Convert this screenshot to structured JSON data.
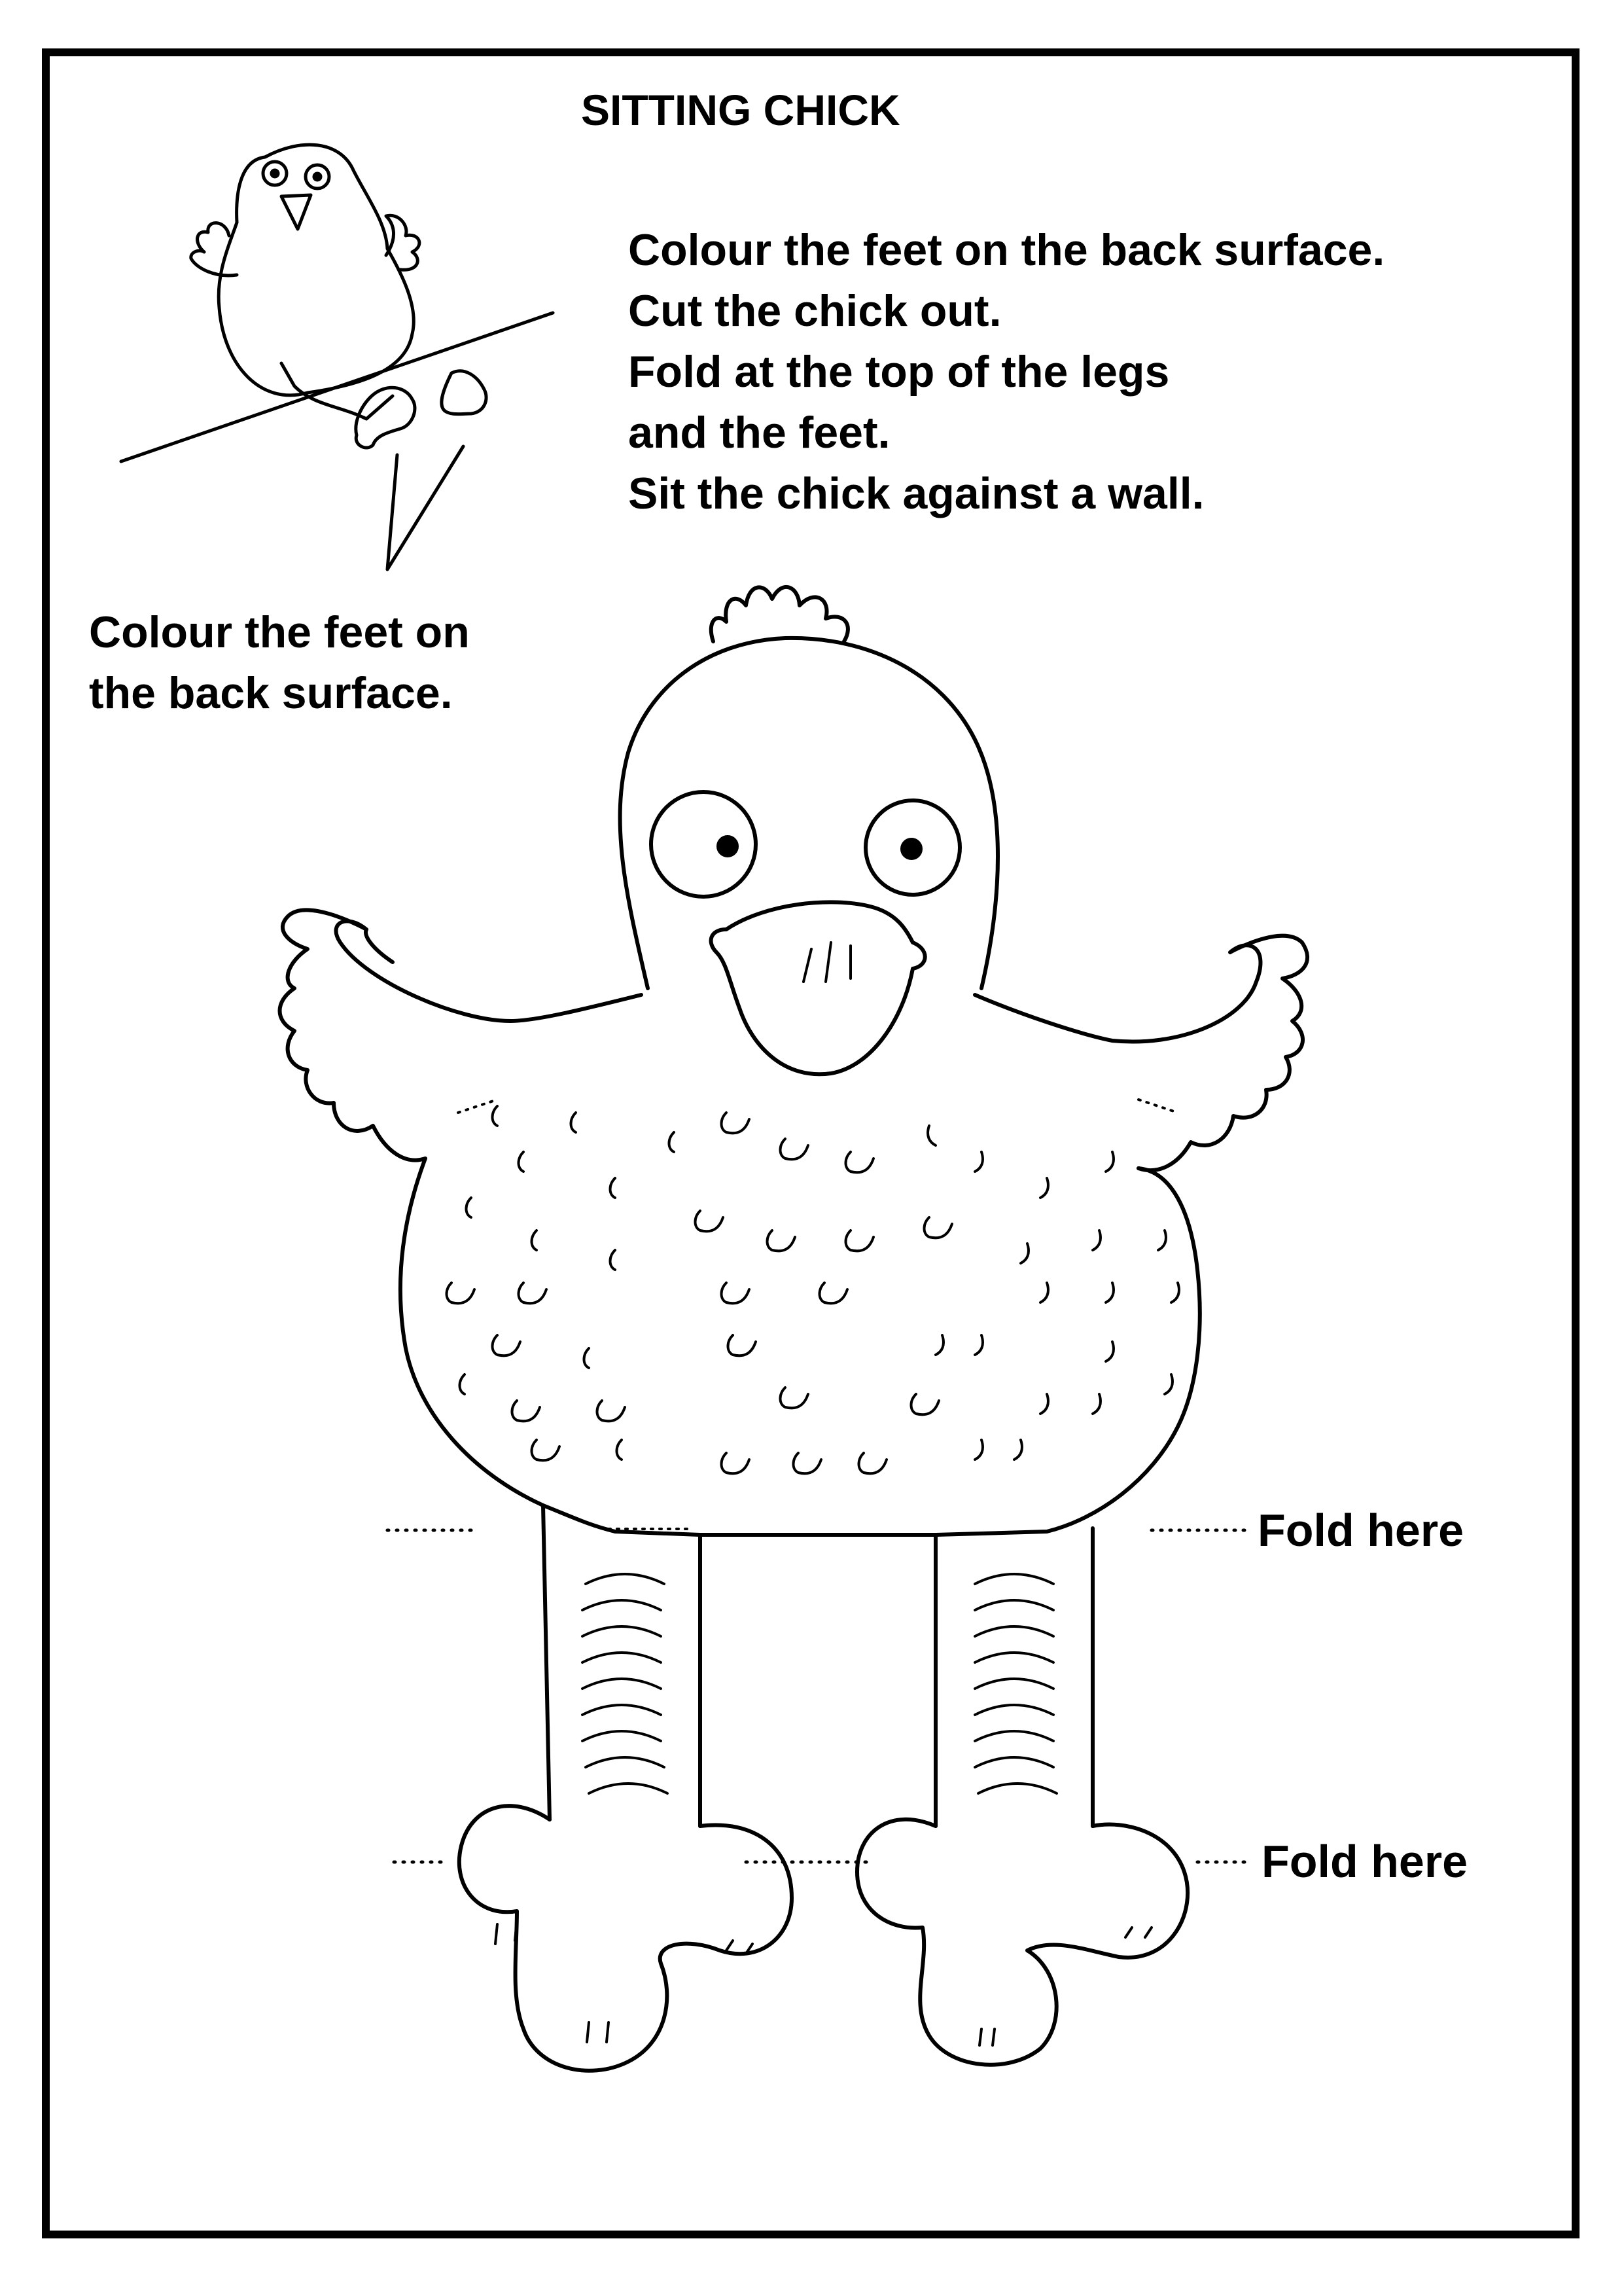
{
  "title": "SITTING CHICK",
  "instructions": [
    "Colour the feet on the back surface.",
    "Cut the chick out.",
    "Fold at the top of the legs",
    "and the feet.",
    "Sit the chick against a wall."
  ],
  "side_note": [
    "Colour the feet on",
    "the back surface."
  ],
  "fold_labels": [
    "Fold here",
    "Fold here"
  ],
  "colors": {
    "ink": "#000000",
    "paper": "#ffffff"
  }
}
